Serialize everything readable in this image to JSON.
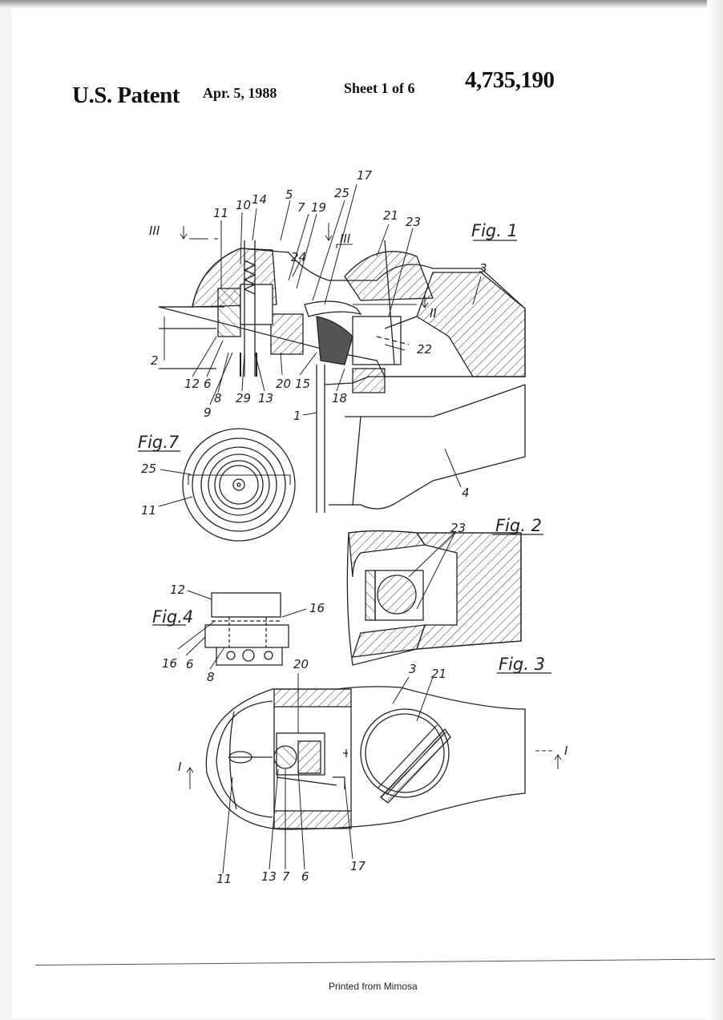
{
  "header": {
    "label": "U.S. Patent",
    "date": "Apr. 5, 1988",
    "sheet": "Sheet 1 of 6",
    "patent_number": "4,735,190"
  },
  "figures": {
    "fig1": "Fig. 1",
    "fig2": "Fig. 2",
    "fig3": "Fig. 3",
    "fig4": "Fig.4",
    "fig7": "Fig.7"
  },
  "section_marks": {
    "iii_left": "III",
    "iii_right": "III",
    "ii": "II",
    "i_left": "I",
    "i_right": "I"
  },
  "reference_numerals": {
    "fig1": [
      "17",
      "25",
      "5",
      "7",
      "19",
      "10",
      "14",
      "11",
      "21",
      "23",
      "3",
      "24",
      "2",
      "22",
      "12",
      "6",
      "8",
      "9",
      "29",
      "13",
      "20",
      "15",
      "18",
      "1",
      "4"
    ],
    "fig7": [
      "25",
      "11"
    ],
    "fig2": [
      "23"
    ],
    "fig4": [
      "12",
      "16",
      "16",
      "6",
      "8"
    ],
    "fig3": [
      "20",
      "3",
      "21",
      "11",
      "13",
      "7",
      "6",
      "17"
    ]
  },
  "footer": {
    "text": "Printed from Mimosa"
  },
  "colors": {
    "paper": "#ffffff",
    "ink": "#222222",
    "margin": "#f4f4f2"
  }
}
